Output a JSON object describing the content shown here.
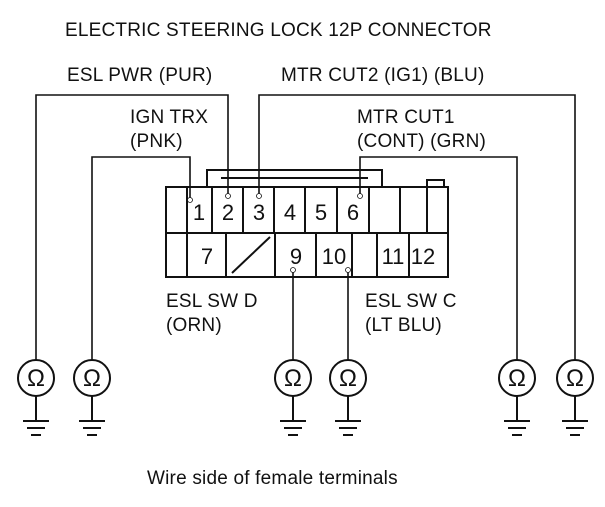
{
  "title": "ELECTRIC STEERING LOCK 12P CONNECTOR",
  "caption": "Wire side of female terminals",
  "wire_labels": {
    "esl_pwr": "ESL PWR (PUR)",
    "mtr_cut2": "MTR CUT2 (IG1) (BLU)",
    "ign_trx_1": "IGN TRX",
    "ign_trx_2": "(PNK)",
    "mtr_cut1_1": "MTR CUT1",
    "mtr_cut1_2": "(CONT) (GRN)",
    "esl_sw_d_1": "ESL SW D",
    "esl_sw_d_2": "(ORN)",
    "esl_sw_c_1": "ESL SW C",
    "esl_sw_c_2": "(LT BLU)"
  },
  "connector": {
    "top_row_pins": [
      "1",
      "2",
      "3",
      "4",
      "5",
      "6"
    ],
    "bottom_row_pins": [
      "7",
      "9",
      "10",
      "11",
      "12"
    ]
  },
  "meter_symbol": "Ω",
  "icons": [
    "ohmmeter-icon",
    "ground-icon"
  ]
}
